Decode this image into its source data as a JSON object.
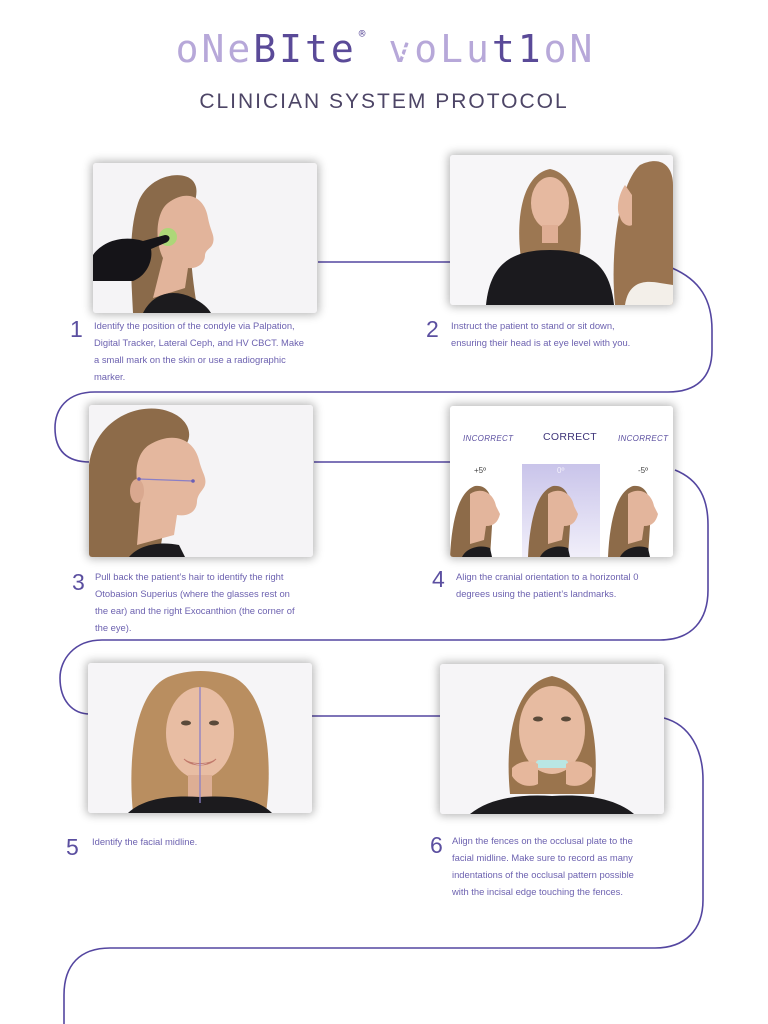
{
  "header": {
    "logo_part1_light": "oNe",
    "logo_part1_strong": "BIte",
    "logo_registered": "®",
    "logo_emblem_letter": "e",
    "logo_part2_light": "voLu",
    "logo_part2_strong": "t1",
    "logo_part2_end": "oN",
    "subtitle": "CLINICIAN SYSTEM PROTOCOL"
  },
  "steps": [
    {
      "number": "1",
      "lines": [
        "Identify the position of the condyle via Palpation,",
        "Digital Tracker, Lateral Ceph, and HV CBCT. Make",
        "a small mark on the skin or use a radiographic",
        "marker."
      ]
    },
    {
      "number": "2",
      "lines": [
        "Instruct the patient to stand or sit down,",
        "ensuring their head is at eye level with you."
      ]
    },
    {
      "number": "3",
      "lines": [
        "Pull back the patient’s hair to identify the right",
        "Otobasion Superius (where the glasses rest on",
        "the ear) and the right Exocanthion (the corner of",
        "the eye)."
      ]
    },
    {
      "number": "4",
      "lines": [
        "Align the cranial orientation to a horizontal 0",
        "degrees using the patient’s landmarks."
      ]
    },
    {
      "number": "5",
      "lines": [
        "Identify the facial midline."
      ]
    },
    {
      "number": "6",
      "lines": [
        "Align the fences on the occlusal plate to the",
        "facial midline. Make sure to record as many",
        "indentations of the occlusal pattern possible",
        "with the incisal edge touching the fences."
      ]
    }
  ],
  "orientation": {
    "left_label": "INCORRECT",
    "center_label": "CORRECT",
    "right_label": "INCORRECT",
    "left_deg": "+5º",
    "center_deg": "0º",
    "right_deg": "-5º"
  },
  "colors": {
    "accent": "#5b4fa0",
    "path": "#5446a0",
    "logo_light": "#b7a8d9"
  }
}
